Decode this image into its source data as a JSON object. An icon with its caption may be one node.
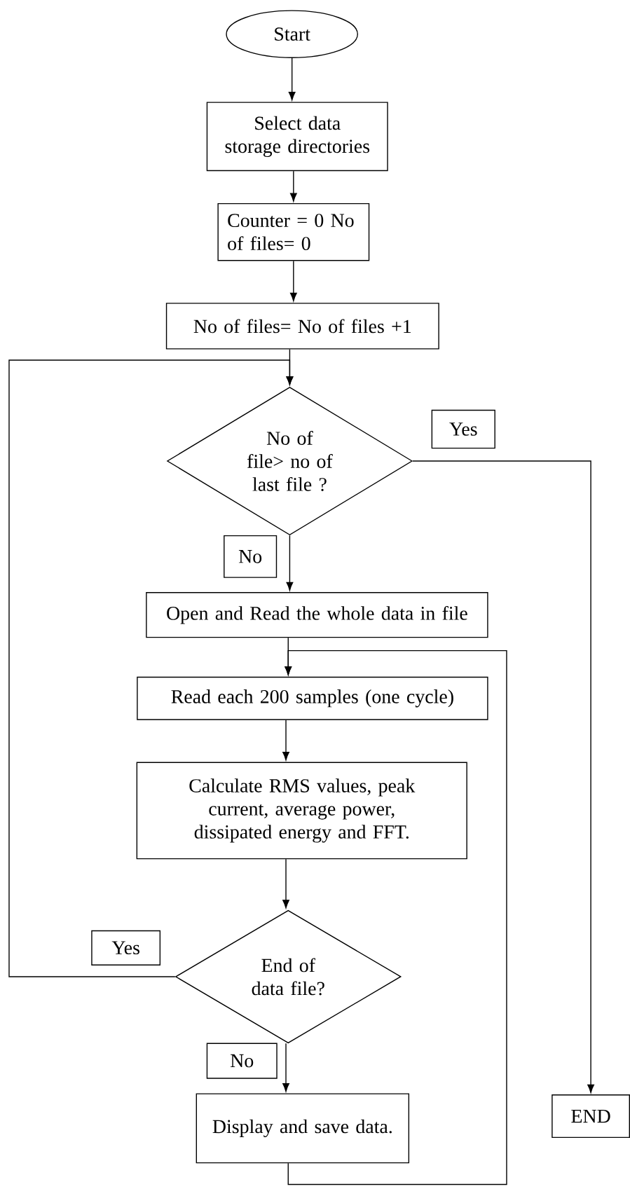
{
  "diagram": {
    "nodes": [
      {
        "text": [
          "Start"
        ]
      },
      {
        "text": [
          "Select data storage directories"
        ]
      },
      {
        "text": [
          "Counter = 0 No of files= 0"
        ]
      },
      {
        "text": [
          "No of files= No of files +1"
        ]
      },
      {
        "text": [
          "No of file> no of last file ?"
        ]
      },
      {
        "text": [
          "Yes"
        ]
      },
      {
        "text": [
          "No"
        ]
      },
      {
        "text": [
          "Open and Read the whole data in file"
        ]
      },
      {
        "text": [
          "Read each 200 samples (one cycle)"
        ]
      },
      {
        "text": [
          "Calculate RMS values, peak current, average power, dissipated energy and FFT."
        ]
      },
      {
        "text": [
          "End of data file?"
        ]
      },
      {
        "text": [
          "Yes"
        ]
      },
      {
        "text": [
          "No"
        ]
      },
      {
        "text": [
          "Display and save data."
        ]
      },
      {
        "text": [
          "END"
        ]
      }
    ],
    "edges": [
      {
        "from": 0,
        "to": 1,
        "arrow": "to"
      },
      {
        "from": 1,
        "to": 2,
        "arrow": "to"
      },
      {
        "from": 2,
        "to": 3,
        "arrow": "to"
      },
      {
        "from": 3,
        "to": 4,
        "arrow": "to"
      },
      {
        "from": 4,
        "to": 14,
        "arrow": "to"
      },
      {
        "from": 4,
        "to": 7,
        "arrow": "to"
      },
      {
        "from": 7,
        "to": 8,
        "arrow": "to"
      },
      {
        "from": 8,
        "to": 9,
        "arrow": "to"
      },
      {
        "from": 9,
        "to": 10,
        "arrow": "to"
      },
      {
        "from": 10,
        "to": 4,
        "arrow": "to"
      },
      {
        "from": 10,
        "to": 13,
        "arrow": "to"
      },
      {
        "from": 13,
        "to": 8,
        "arrow": "to"
      }
    ]
  }
}
